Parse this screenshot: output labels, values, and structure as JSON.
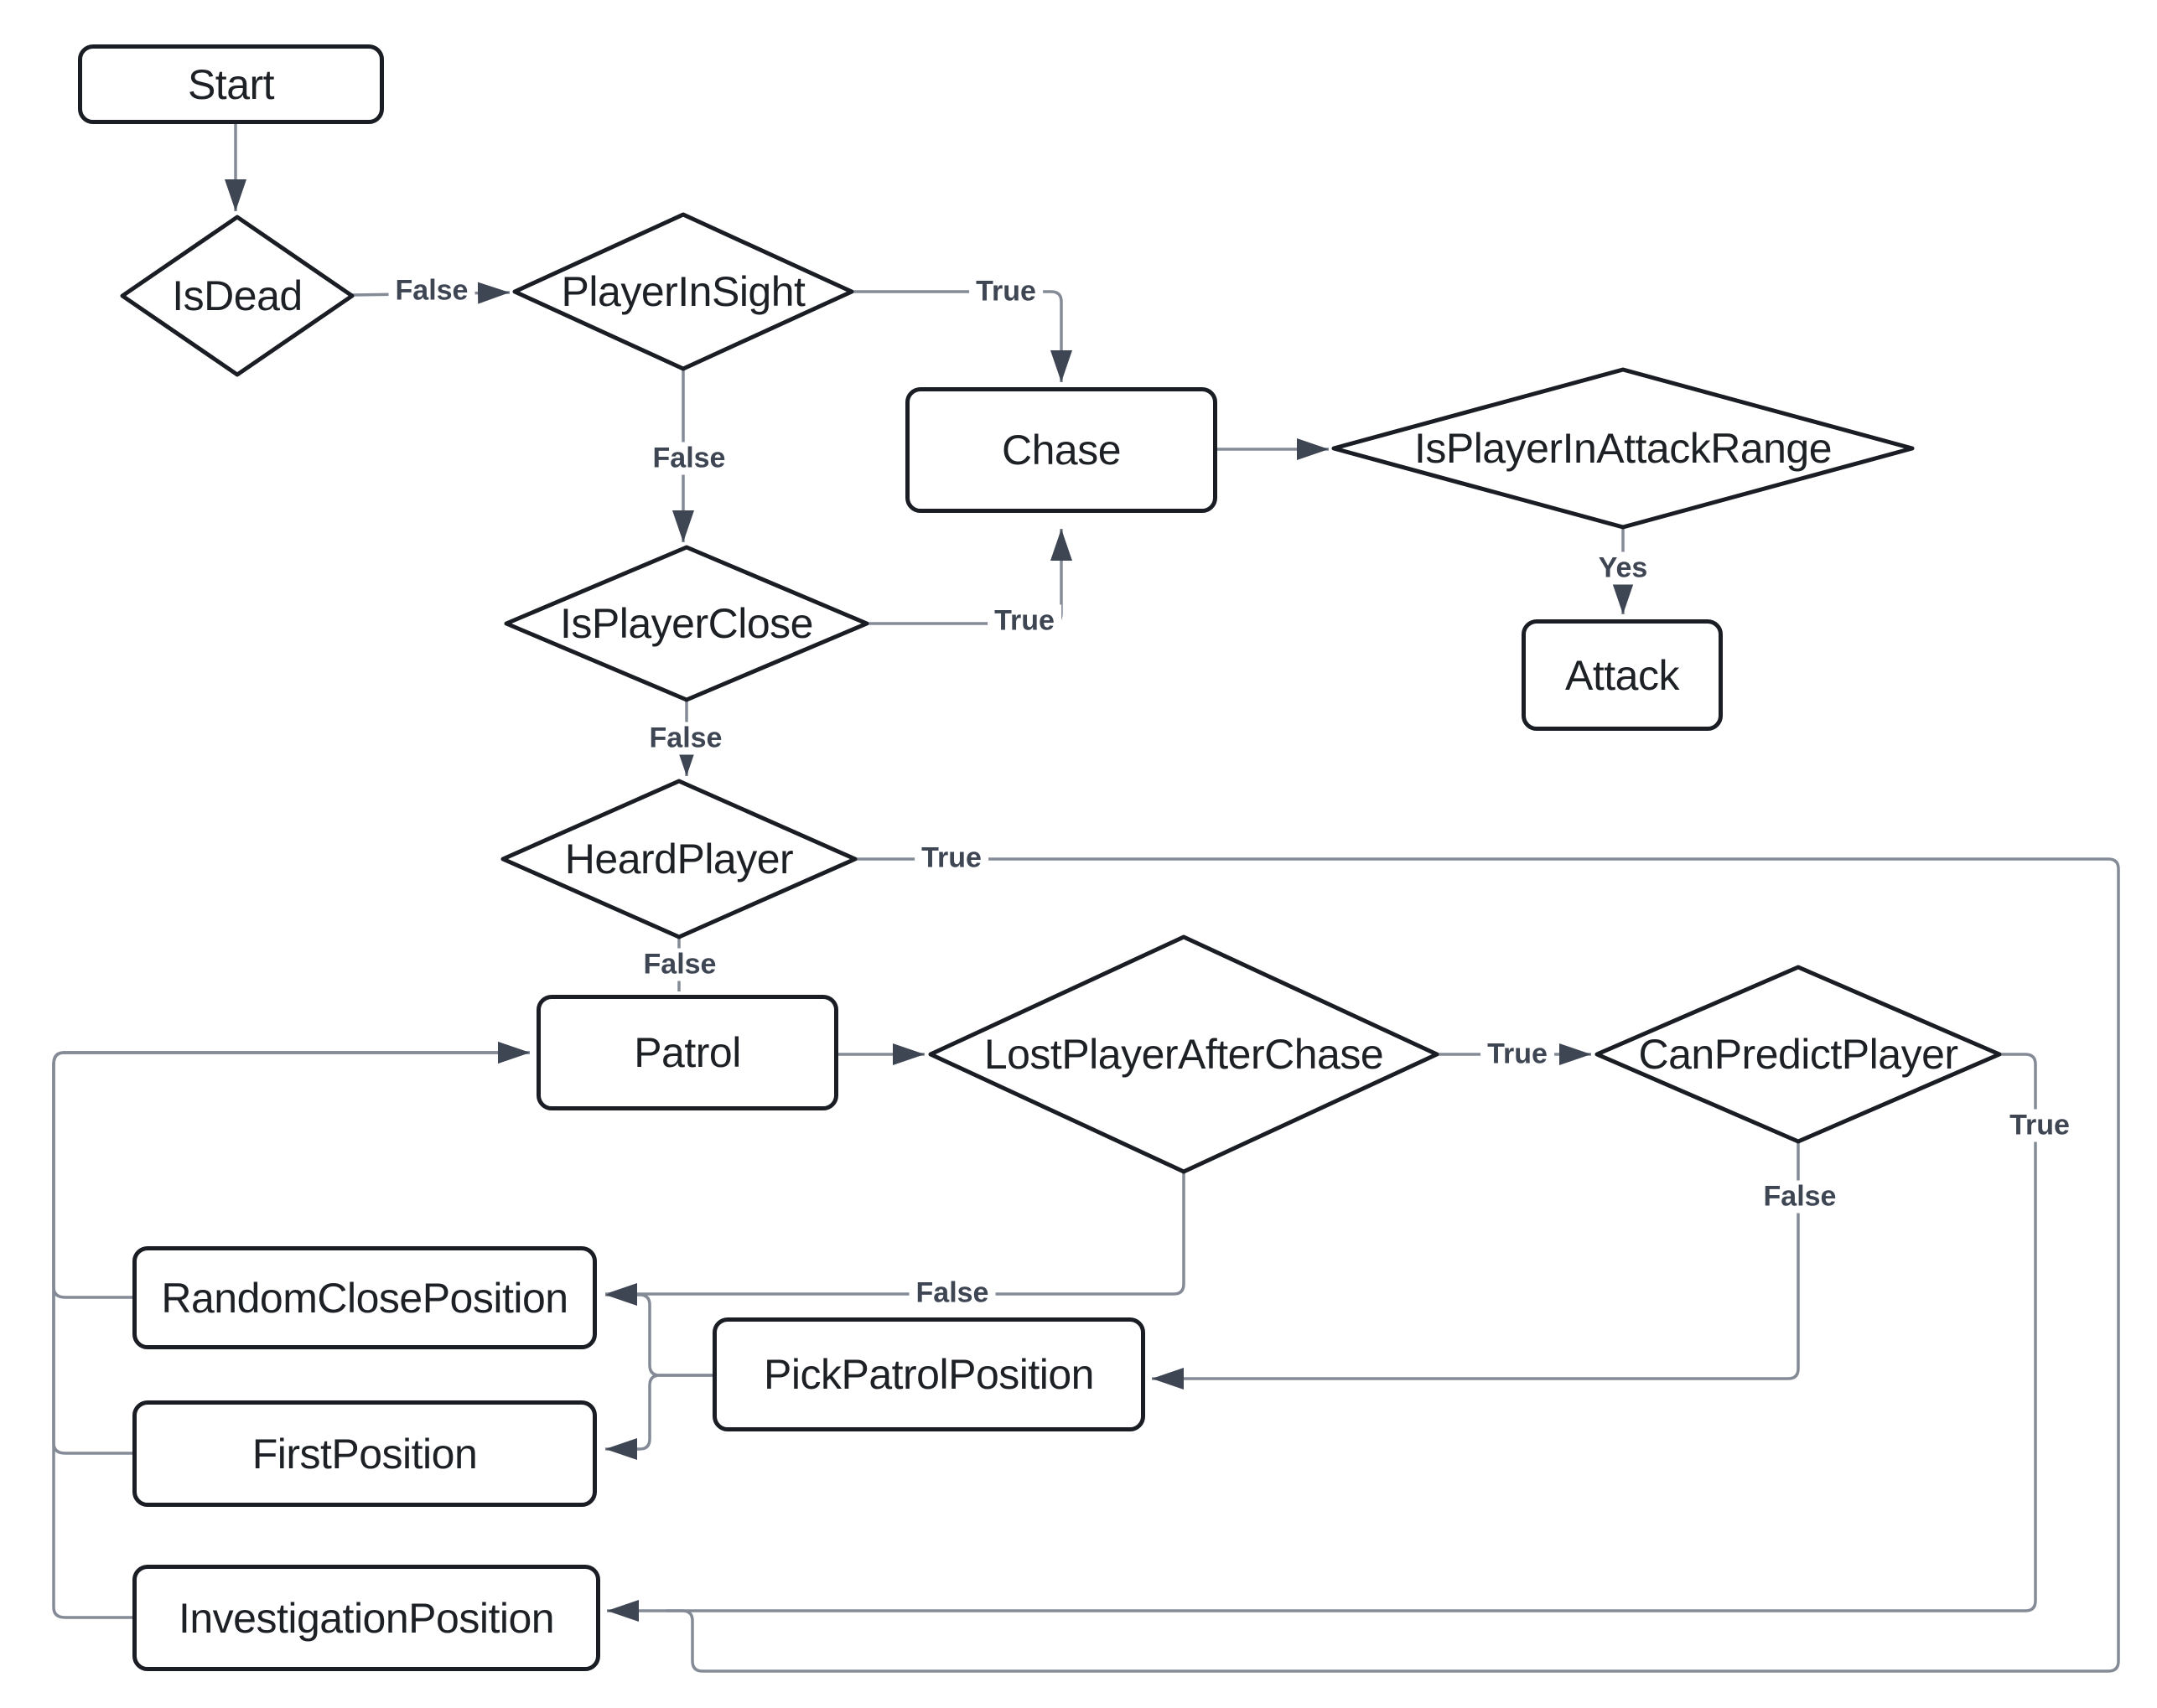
{
  "diagram": {
    "type": "flowchart",
    "subject": "enemy-ai-state-flow",
    "colors": {
      "background": "#ffffff",
      "node_fill": "#ffffff",
      "node_border": "#1a1d24",
      "node_text": "#1d2126",
      "edge_line": "#848b96",
      "arrowhead": "#3e4553",
      "edge_label_text": "#3e4553"
    },
    "nodes": {
      "start": {
        "label": "Start",
        "shape": "rounded-rect"
      },
      "is_dead": {
        "label": "IsDead",
        "shape": "diamond"
      },
      "player_in_sight": {
        "label": "PlayerInSight",
        "shape": "diamond"
      },
      "chase": {
        "label": "Chase",
        "shape": "rounded-rect"
      },
      "is_player_in_attack_range": {
        "label": "IsPlayerInAttackRange",
        "shape": "diamond"
      },
      "attack": {
        "label": "Attack",
        "shape": "rounded-rect"
      },
      "is_player_close": {
        "label": "IsPlayerClose",
        "shape": "diamond"
      },
      "heard_player": {
        "label": "HeardPlayer",
        "shape": "diamond"
      },
      "patrol": {
        "label": "Patrol",
        "shape": "rounded-rect"
      },
      "lost_player_after_chase": {
        "label": "LostPlayerAfterChase",
        "shape": "diamond"
      },
      "can_predict_player": {
        "label": "CanPredictPlayer",
        "shape": "diamond"
      },
      "random_close_position": {
        "label": "RandomClosePosition",
        "shape": "rounded-rect"
      },
      "pick_patrol_position": {
        "label": "PickPatrolPosition",
        "shape": "rounded-rect"
      },
      "first_position": {
        "label": "FirstPosition",
        "shape": "rounded-rect"
      },
      "investigation_position": {
        "label": "InvestigationPosition",
        "shape": "rounded-rect"
      }
    },
    "edges": [
      {
        "from": "start",
        "to": "is_dead",
        "label": ""
      },
      {
        "from": "is_dead",
        "to": "player_in_sight",
        "label": "False"
      },
      {
        "from": "player_in_sight",
        "to": "chase",
        "label": "True"
      },
      {
        "from": "player_in_sight",
        "to": "is_player_close",
        "label": "False"
      },
      {
        "from": "is_player_close",
        "to": "chase",
        "label": "True"
      },
      {
        "from": "chase",
        "to": "is_player_in_attack_range",
        "label": ""
      },
      {
        "from": "is_player_in_attack_range",
        "to": "attack",
        "label": "Yes"
      },
      {
        "from": "is_player_close",
        "to": "heard_player",
        "label": "False"
      },
      {
        "from": "heard_player",
        "to": "investigation_position",
        "label": "True"
      },
      {
        "from": "heard_player",
        "to": "patrol",
        "label": "False"
      },
      {
        "from": "patrol",
        "to": "lost_player_after_chase",
        "label": ""
      },
      {
        "from": "lost_player_after_chase",
        "to": "can_predict_player",
        "label": "True"
      },
      {
        "from": "lost_player_after_chase",
        "to": "random_close_position",
        "label": "False"
      },
      {
        "from": "can_predict_player",
        "to": "pick_patrol_position",
        "label": "False"
      },
      {
        "from": "can_predict_player",
        "to": "investigation_position",
        "label": "True"
      },
      {
        "from": "pick_patrol_position",
        "to": "random_close_position",
        "label": ""
      },
      {
        "from": "pick_patrol_position",
        "to": "first_position",
        "label": ""
      },
      {
        "from": "random_close_position",
        "to": "patrol",
        "label": ""
      },
      {
        "from": "first_position",
        "to": "patrol",
        "label": ""
      },
      {
        "from": "investigation_position",
        "to": "patrol",
        "label": ""
      }
    ]
  }
}
